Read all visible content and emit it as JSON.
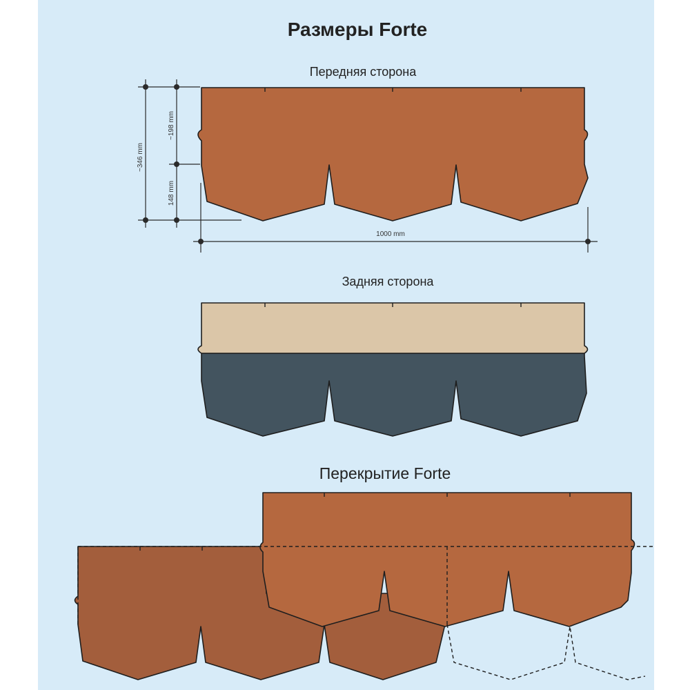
{
  "title": "Размеры Forte",
  "front": {
    "label": "Передняя сторона",
    "dimensions": {
      "total_height": "~346 mm",
      "top_part": "~198 mm",
      "tab_height": "148 mm",
      "width": "1000 mm"
    }
  },
  "back": {
    "label": "Задняя сторона"
  },
  "overlap": {
    "label": "Перекрытие Forte"
  },
  "colors": {
    "background": "#d7ebf8",
    "front_shingle": "#b5683f",
    "back_upper": "#dbc6a8",
    "back_lower": "#43545f",
    "overlap_lower": "#a35e3c"
  }
}
